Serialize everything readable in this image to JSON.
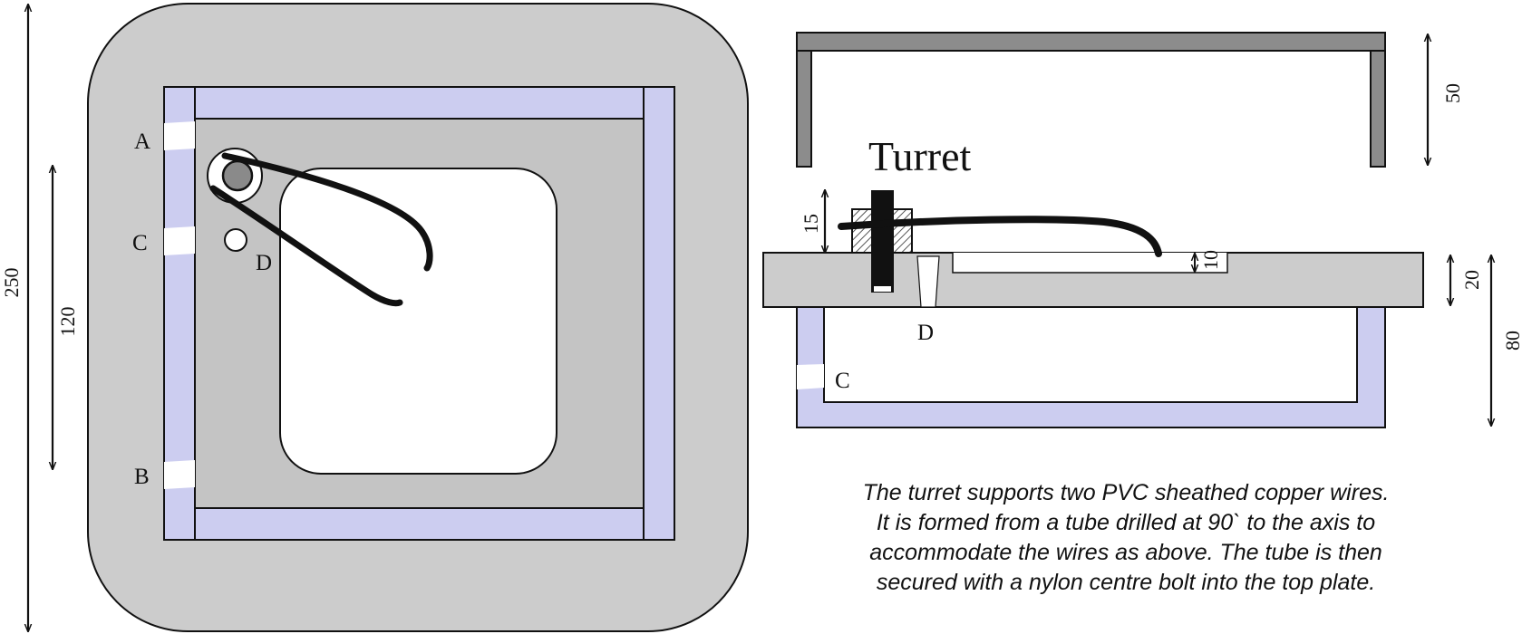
{
  "labels": {
    "hole_a": "A",
    "hole_b": "B",
    "hole_c": "C",
    "hole_d": "D",
    "side_hole_c": "C",
    "side_hole_d": "D",
    "turret": "Turret"
  },
  "dimensions": {
    "overall_height": "250",
    "hole_spacing": "120",
    "lid_height": "50",
    "turret_height": "15",
    "slot_depth": "10",
    "plate_thickness": "20",
    "box_height": "80"
  },
  "caption": {
    "lines": [
      "The turret supports two PVC sheathed copper wires.",
      "It is formed from a tube drilled at 90` to the axis to",
      "accommodate the wires as above. The tube is then",
      "secured with a nylon centre bolt into the top plate."
    ]
  },
  "colors": {
    "plate_grey": "#cccccc",
    "wall_lavender": "#cccdf0",
    "lid_grey": "#8c8c8c",
    "outline": "#111111",
    "wire": "#111111"
  }
}
